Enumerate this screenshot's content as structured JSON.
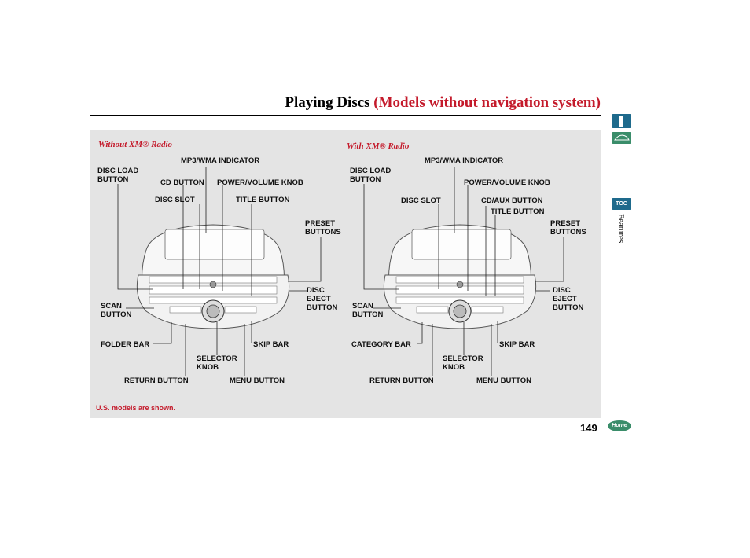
{
  "header": {
    "title_main": "Playing Discs",
    "title_sub": "(Models without navigation system)"
  },
  "left": {
    "subtitle": "Without XM® Radio",
    "labels": {
      "mp3": "MP3/WMA INDICATOR",
      "disc_load": "DISC LOAD\nBUTTON",
      "cd": "CD BUTTON",
      "power": "POWER/VOLUME KNOB",
      "slot": "DISC SLOT",
      "title": "TITLE BUTTON",
      "preset": "PRESET\nBUTTONS",
      "eject": "DISC\nEJECT\nBUTTON",
      "scan": "SCAN\nBUTTON",
      "folder": "FOLDER BAR",
      "skip": "SKIP BAR",
      "selector": "SELECTOR\nKNOB",
      "return": "RETURN BUTTON",
      "menu": "MENU BUTTON"
    }
  },
  "right": {
    "subtitle": "With XM® Radio",
    "labels": {
      "mp3": "MP3/WMA INDICATOR",
      "disc_load": "DISC LOAD\nBUTTON",
      "power": "POWER/VOLUME KNOB",
      "slot": "DISC SLOT",
      "cdaux": "CD/AUX BUTTON",
      "title": "TITLE BUTTON",
      "preset": "PRESET\nBUTTONS",
      "eject": "DISC\nEJECT\nBUTTON",
      "scan": "SCAN\nBUTTON",
      "category": "CATEGORY BAR",
      "skip": "SKIP BAR",
      "selector": "SELECTOR\nKNOB",
      "return": "RETURN BUTTON",
      "menu": "MENU BUTTON"
    }
  },
  "footer": {
    "note": "U.S. models are shown.",
    "page": "149"
  },
  "sidebar": {
    "toc": "TOC",
    "section": "Features",
    "home": "Home",
    "info_icon": "info-icon",
    "car_icon": "car-icon"
  }
}
